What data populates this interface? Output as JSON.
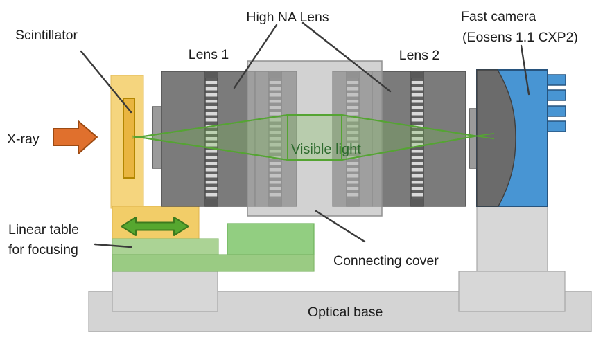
{
  "labels": {
    "scintillator": "Scintillator",
    "high_na": "High NA Lens",
    "lens1": "Lens 1",
    "lens2": "Lens 2",
    "fast_camera_1": "Fast camera",
    "fast_camera_2": "(Eosens 1.1 CXP2)",
    "xray": "X-ray",
    "visible_light": "Visible light",
    "linear_1": "Linear table",
    "linear_2": "for focusing",
    "connecting_cover": "Connecting cover",
    "optical_base": "Optical base"
  },
  "colors": {
    "label_text": "#1c1c1c",
    "visible_light_text": "#2e6b2e",
    "beam_stroke": "#55a433",
    "beam_fill": "rgba(120,190,80,0.28)",
    "scintillator_holder": "#f5d57e",
    "scintillator_carriage": "#f2cd68",
    "scintillator_crystal": "#e9b540",
    "xray_arrow": "#e0702d",
    "focus_arrow": "#56a72f",
    "camera_blue": "#4895d3",
    "camera_mount_gray": "#6b6b6b",
    "barrel_gray": "#7b7b7b",
    "step_gray": "#9b9b9b",
    "cover_fill": "rgba(181,181,181,0.61)",
    "rail_green_light": "#abd395",
    "rail_green": "#9acb83",
    "block_green": "#92ce81",
    "base_gray": "#d4d4d4",
    "hatch_light": "#d9d9d9",
    "hatch_dark": "#5f5f5f"
  }
}
